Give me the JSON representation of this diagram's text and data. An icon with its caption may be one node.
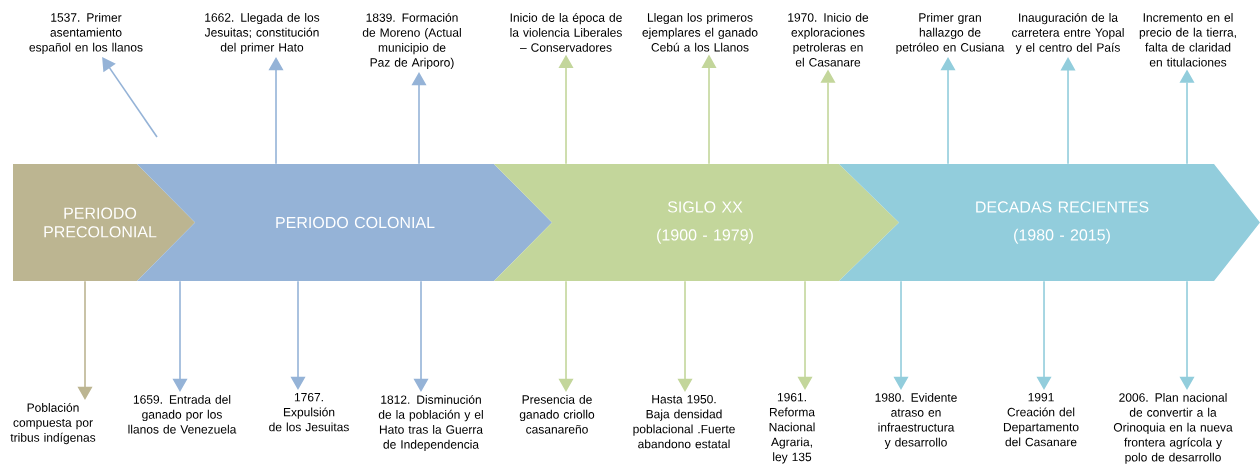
{
  "diagram": {
    "nodes": [
      {
        "text": [
          "PERIODO PRECOLONIAL"
        ]
      },
      {
        "text": [
          "PERIODO COLONIAL"
        ]
      },
      {
        "text": [
          "SIGLO XX",
          "(1900 - 1979)"
        ]
      },
      {
        "text": [
          "DECADAS RECIENTES",
          "(1980 - 2015)"
        ]
      },
      {
        "text": [
          "1537. Primer asentamiento español en los llanos"
        ]
      },
      {
        "text": [
          "1662. Llegada de los Jesuitas; constitución del primer Hato"
        ]
      },
      {
        "text": [
          "1839. Formación de Moreno (Actual municipio de Paz de Ariporo)"
        ]
      },
      {
        "text": [
          "Inicio de la época de la violencia Liberales – Conservadores"
        ]
      },
      {
        "text": [
          "Llegan los primeros ejemplares el ganado Cebú a los Llanos"
        ]
      },
      {
        "text": [
          "1970. Inicio de exploraciones petroleras en el Casanare"
        ]
      },
      {
        "text": [
          "Primer gran hallazgo de petróleo en Cusiana"
        ]
      },
      {
        "text": [
          "Inauguración de la carretera entre Yopal y el centro del País"
        ]
      },
      {
        "text": [
          "Incremento en el precio de la tierra, falta de claridad en titulaciones"
        ]
      },
      {
        "text": [
          "Población compuesta por tribus indígenas"
        ]
      },
      {
        "text": [
          "1659. Entrada del ganado por los llanos de Venezuela"
        ]
      },
      {
        "text": [
          "1767. Expulsión de los Jesuitas"
        ]
      },
      {
        "text": [
          "1812. Disminución de la población y el Hato tras la Guerra de Independencia"
        ]
      },
      {
        "text": [
          "Presencia de ganado criollo casanareño"
        ]
      },
      {
        "text": [
          "Hasta 1950. Baja densidad poblacional .Fuerte abandono estatal"
        ]
      },
      {
        "text": [
          "1961. Reforma Nacional Agraria, ley 135"
        ]
      },
      {
        "text": [
          "1980. Evidente atraso en infraestructura y desarrollo"
        ]
      },
      {
        "text": [
          "1991 Creación del Departamento del Casanare"
        ]
      },
      {
        "text": [
          "2006. Plan nacional de convertir a la Orinoquia en la nueva frontera agrícola y polo de desarrollo"
        ]
      }
    ],
    "edges": [
      {
        "from": null,
        "to": 4,
        "arrow": "to",
        "color": "#95b3d7"
      },
      {
        "from": 1,
        "to": 5,
        "arrow": "to",
        "color": "#95b3d7"
      },
      {
        "from": 1,
        "to": 6,
        "arrow": "to",
        "color": "#95b3d7"
      },
      {
        "from": 2,
        "to": 7,
        "arrow": "to",
        "color": "#c3d69b"
      },
      {
        "from": 2,
        "to": 8,
        "arrow": "to",
        "color": "#c3d69b"
      },
      {
        "from": 2,
        "to": 9,
        "arrow": "to",
        "color": "#c3d69b"
      },
      {
        "from": 3,
        "to": 10,
        "arrow": "to",
        "color": "#92cddc"
      },
      {
        "from": 3,
        "to": 11,
        "arrow": "to",
        "color": "#92cddc"
      },
      {
        "from": 3,
        "to": 12,
        "arrow": "to",
        "color": "#92cddc"
      },
      {
        "from": 0,
        "to": 13,
        "arrow": "to",
        "color": "#bcb591"
      },
      {
        "from": 1,
        "to": 14,
        "arrow": "to",
        "color": "#95b3d7"
      },
      {
        "from": 1,
        "to": 15,
        "arrow": "to",
        "color": "#95b3d7"
      },
      {
        "from": 1,
        "to": 16,
        "arrow": "to",
        "color": "#95b3d7"
      },
      {
        "from": 2,
        "to": 17,
        "arrow": "to",
        "color": "#c3d69b"
      },
      {
        "from": 2,
        "to": 18,
        "arrow": "to",
        "color": "#c3d69b"
      },
      {
        "from": 2,
        "to": 19,
        "arrow": "to",
        "color": "#c3d69b"
      },
      {
        "from": 3,
        "to": 20,
        "arrow": "to",
        "color": "#92cddc"
      },
      {
        "from": 3,
        "to": 21,
        "arrow": "to",
        "color": "#92cddc"
      },
      {
        "from": 3,
        "to": 22,
        "arrow": "to",
        "color": "#92cddc"
      }
    ]
  }
}
